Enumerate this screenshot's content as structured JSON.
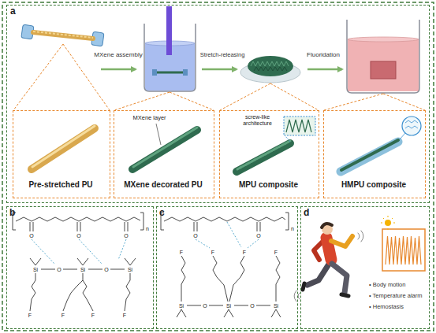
{
  "diagram": {
    "nodes": [
      {
        "text": [
          "a"
        ]
      },
      {
        "text": [
          "Pre-stretched PU"
        ],
        "in": 0
      },
      {
        "text": [
          "MXene layer",
          "MXene decorated PU"
        ],
        "in": 0
      },
      {
        "text": [
          "screw-like architecture",
          "MPU composite"
        ],
        "in": 0
      },
      {
        "text": [
          "HMPU composite"
        ],
        "in": 0
      },
      {
        "text": [
          "b"
        ]
      },
      {
        "text": [
          "c"
        ]
      },
      {
        "text": [
          "d"
        ]
      }
    ],
    "labels": [
      "MXene assembly",
      "Stretch-releasing",
      "Fluoridation",
      "• Body motion",
      "• Temperature alarm",
      "• Hemostasis",
      "O",
      "O",
      "O",
      "n",
      "Si",
      "O",
      "Si",
      "O",
      "Si",
      "F",
      "F",
      "F",
      "F",
      "O",
      "O",
      "n",
      "F",
      "F",
      "F",
      "F",
      "Si",
      "O",
      "Si",
      "O",
      "Si"
    ]
  }
}
